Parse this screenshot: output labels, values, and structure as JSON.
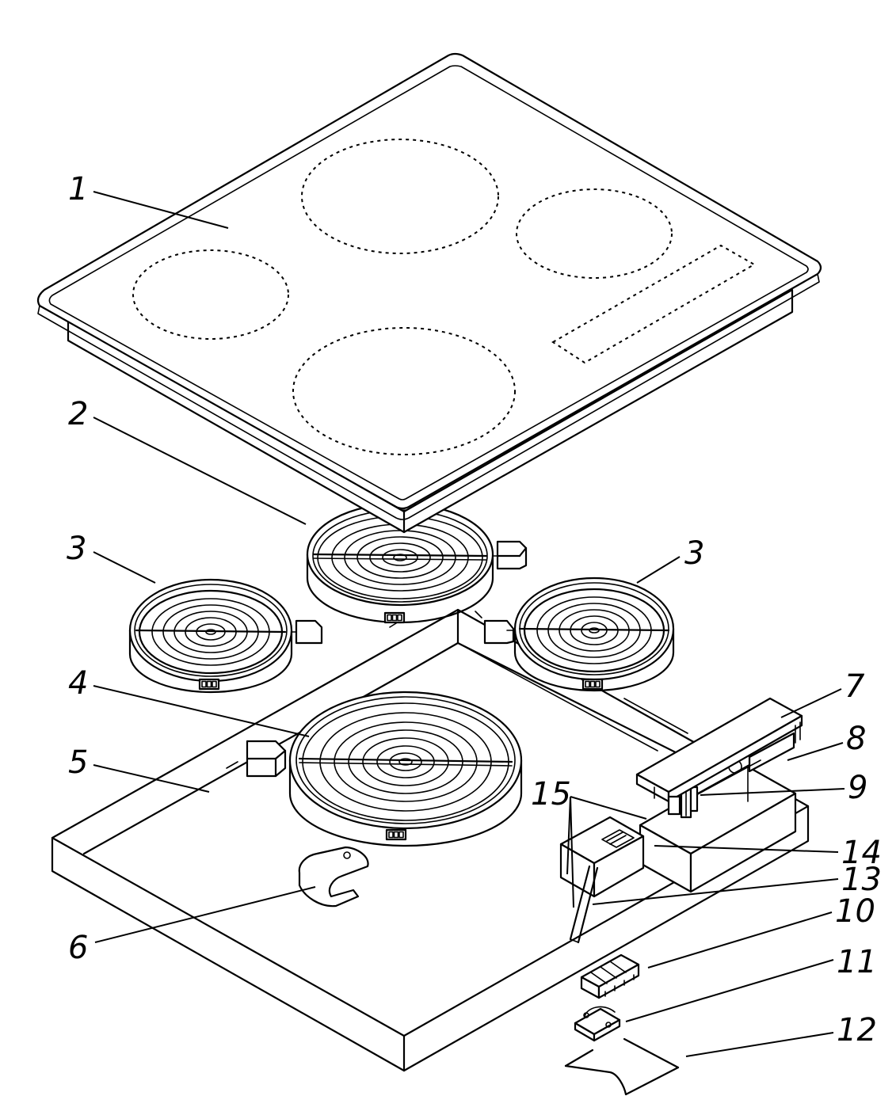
{
  "labels": {
    "l1": "1",
    "l2": "2",
    "l3a": "3",
    "l3b": "3",
    "l4": "4",
    "l5": "5",
    "l6": "6",
    "l7": "7",
    "l8": "8",
    "l9": "9",
    "l10": "10",
    "l11": "11",
    "l12": "12",
    "l13": "13",
    "l14": "14",
    "l15": "15"
  }
}
